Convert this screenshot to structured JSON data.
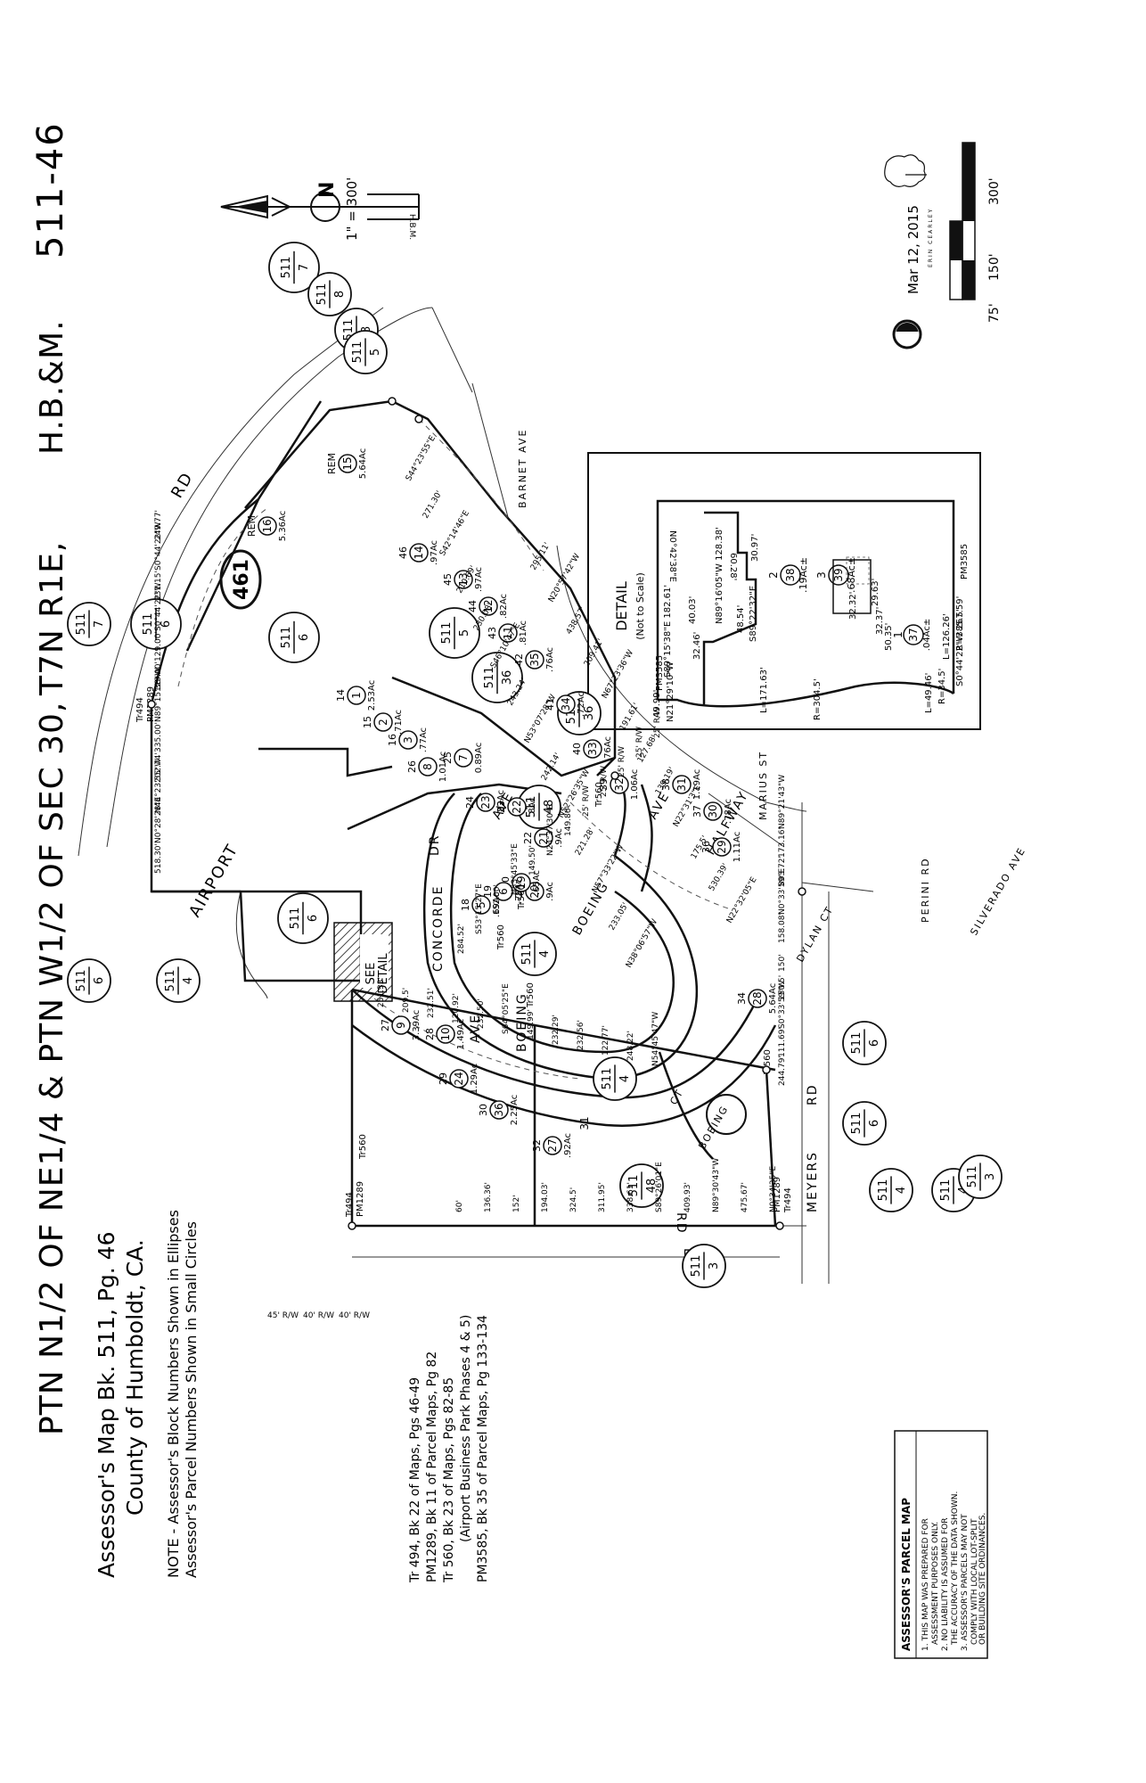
{
  "header": {
    "main_title": "PTN N1/2 OF NE1/4 & PTN W1/2 OF SEC 30,",
    "township": "T7N R1E,",
    "meridian": "H.B.&M.",
    "map_number": "511-46"
  },
  "subheader": {
    "line1": "Assessor's Map Bk. 511, Pg. 46",
    "line2": "County of Humboldt, CA."
  },
  "notes": {
    "line1": "NOTE - Assessor's Block Numbers Shown in Ellipses",
    "line2": "Assessor's Parcel Numbers Shown in Small Circles"
  },
  "references": [
    "Tr 494, Bk 22 of Maps, Pgs 46-49",
    "PM1289, Bk 11 of Parcel Maps, Pg 82",
    "Tr 560, Bk 23 of Maps, Pgs 82-85",
    "(Airport Business Park Phases 4 & 5)",
    "PM3585, Bk 35 of Parcel Maps, Pg 133-134"
  ],
  "disclaimer": {
    "title": "ASSESSOR'S PARCEL MAP",
    "items": [
      "1. THIS MAP WAS PREPARED FOR",
      "ASSESSMENT PURPOSES ONLY.",
      "2. NO LIABILITY IS ASSUMED FOR",
      "THE ACCURACY OF THE DATA SHOWN.",
      "3. ASSESSOR'S PARCELS MAY NOT",
      "COMPLY WITH LOCAL LOT-SPLIT",
      "OR BUILDING SITE ORDINANCES."
    ]
  },
  "scale": {
    "label": "1\" = 300'",
    "bar_labels": [
      "75'",
      "150'",
      "300'"
    ],
    "date": "Mar 12, 2015",
    "author": "ERIN CEARLEY"
  },
  "north_arrow": {
    "letter": "N",
    "tag": "H.B.M."
  },
  "streets": {
    "airport_rd": "AIRPORT",
    "airport_rd2": "RD",
    "concorde_dr": "CONCORDE",
    "concorde_dr2": "DR",
    "boeing_ave": "BOEING",
    "boeing_ave2": "AVE",
    "boeing_ave_s": "BOEING",
    "boeing_ave_s2": "AVE",
    "boeing_ct": "BOEING",
    "boeing_ct2": "CT",
    "lily_rd": "LILY",
    "lily_rd2": "RD",
    "meyers_rd": "MEYERS",
    "meyers_rd2": "RD",
    "halfway_ave": "HALFWAY",
    "halfway_ave2": "AVE",
    "barnet_ave": "BARNET AVE",
    "marius_st": "MARIUS ST",
    "perini_rd": "PERINI RD",
    "silverado_ave": "SILVERADO AVE",
    "dylan_ct": "DYLAN CT"
  },
  "block_number": "461",
  "book_refs": [
    {
      "top": "511",
      "bottom": "7"
    },
    {
      "top": "511",
      "bottom": "8"
    },
    {
      "top": "511",
      "bottom": "7"
    },
    {
      "top": "511",
      "bottom": "6"
    },
    {
      "top": "511",
      "bottom": "8"
    },
    {
      "top": "511",
      "bottom": "5"
    },
    {
      "top": "511",
      "bottom": "6"
    },
    {
      "top": "511",
      "bottom": "6"
    },
    {
      "top": "511",
      "bottom": "5"
    },
    {
      "top": "511",
      "bottom": "36"
    },
    {
      "top": "511",
      "bottom": "36"
    },
    {
      "top": "511",
      "bottom": "48"
    },
    {
      "top": "511",
      "bottom": "6"
    },
    {
      "top": "511",
      "bottom": "4"
    },
    {
      "top": "511",
      "bottom": "4"
    },
    {
      "top": "511",
      "bottom": "4"
    },
    {
      "top": "511",
      "bottom": "48"
    },
    {
      "top": "511",
      "bottom": "3"
    },
    {
      "top": "511",
      "bottom": "6"
    },
    {
      "top": "511",
      "bottom": "6"
    },
    {
      "top": "511",
      "bottom": "4"
    },
    {
      "top": "511",
      "bottom": "4"
    },
    {
      "top": "511",
      "bottom": "3"
    }
  ],
  "parcels": [
    {
      "lot": "REM",
      "apn": "15",
      "area": "5.64Ac"
    },
    {
      "lot": "REM",
      "apn": "16",
      "area": "5.36Ac"
    },
    {
      "lot": "46",
      "apn": "14",
      "area": ".97Ac"
    },
    {
      "lot": "45",
      "apn": "13",
      "area": ".97Ac"
    },
    {
      "lot": "44",
      "apn": "12",
      "area": ".82Ac"
    },
    {
      "lot": "43",
      "apn": "11",
      "area": ".81Ac"
    },
    {
      "lot": "42",
      "apn": "35",
      "area": ".76Ac"
    },
    {
      "lot": "41",
      "apn": "34",
      "area": ".72Ac"
    },
    {
      "lot": "40",
      "apn": "33",
      "area": ".76Ac"
    },
    {
      "lot": "39",
      "apn": "32",
      "area": "1.06Ac"
    },
    {
      "lot": "38",
      "apn": "31",
      "area": "1.19Ac"
    },
    {
      "lot": "37",
      "apn": "30",
      "area": ".78Ac"
    },
    {
      "lot": "36",
      "apn": "29",
      "area": "1.11Ac"
    },
    {
      "lot": "34",
      "apn": "28",
      "area": "5.64Ac"
    },
    {
      "lot": "14",
      "apn": "1",
      "area": "2.53Ac"
    },
    {
      "lot": "15",
      "apn": "2",
      "area": ".71Ac"
    },
    {
      "lot": "16",
      "apn": "3",
      "area": ".77Ac"
    },
    {
      "lot": "26",
      "apn": "8",
      "area": "1.01Ac"
    },
    {
      "lot": "25",
      "apn": "7",
      "area": "0.89Ac"
    },
    {
      "lot": "24",
      "apn": "23",
      "area": ".82Ac"
    },
    {
      "lot": "23",
      "apn": "22",
      "area": ".8Ac"
    },
    {
      "lot": "22",
      "apn": "21",
      "area": ".9Ac"
    },
    {
      "lot": "21",
      "apn": "20",
      "area": ".9Ac"
    },
    {
      "lot": "20",
      "apn": "19",
      "area": ".65Ac"
    },
    {
      "lot": "19",
      "apn": "6",
      "area": ".79Ac"
    },
    {
      "lot": "18",
      "apn": "5",
      "area": ".69Ac"
    },
    {
      "lot": "27",
      "apn": "9",
      "area": "3.39Ac"
    },
    {
      "lot": "28",
      "apn": "10",
      "area": "1.49Ac"
    },
    {
      "lot": "29",
      "apn": "24",
      "area": "1.29Ac"
    },
    {
      "lot": "30",
      "apn": "36",
      "area": "2.25Ac"
    },
    {
      "lot": "32",
      "apn": "27",
      "area": ".92Ac"
    }
  ],
  "lot_31": "31",
  "see_detail": {
    "line1": "SEE",
    "line2": "DETAIL"
  },
  "detail": {
    "title": "DETAIL",
    "subtitle": "(Not to Scale)",
    "parcels": [
      {
        "lot": "2",
        "apn": "38",
        "area": ".19Ac±"
      },
      {
        "lot": "3",
        "apn": "39",
        "area": ".68Ac±"
      },
      {
        "lot": "1",
        "apn": "37",
        "area": ".04Ac±"
      }
    ],
    "dims": [
      "S89°15'38\"E 182.61'",
      "N0°42'38\"E",
      "60.28'",
      "N89°16'05\"W 128.38'",
      "30.97'",
      "48.54'",
      "S89°22'32\"E",
      "40.03'",
      "32.46'",
      "S0°44'22\"W 267.59'",
      "PM3585",
      "PM3585",
      "L=171.63'",
      "R=304.5'",
      "N21°29'10\"W",
      "49.99'",
      "29.63'",
      "32.32'",
      "32.37'",
      "50.35'",
      "L=126.26'",
      "R=385.5'",
      "L=49.46'",
      "R=34.5'"
    ]
  },
  "dimensions": [
    "518.30'",
    "N0°28'28\"E",
    "N44°23'55\"W",
    "202.74'",
    "335.00'",
    "N89°15'38\"W",
    "129.00'",
    "129.00'",
    "S0°44'22\"W",
    "231.15'",
    "S0°44'22\"W",
    "249.77'",
    "S44°23'55\"E",
    "271.30'",
    "S42°14'46\"E",
    "210.69'",
    "230.08'",
    "S46°10'47\"E",
    "243.24'",
    "N53°07'28\"W",
    "242.14'",
    "N52°26'35\"W",
    "221.28'",
    "N57°33'22\"W",
    "233.05'",
    "N38°06'57\"W",
    "295.11'",
    "N20°57'42\"W",
    "438.57'",
    "209.41'",
    "N67°23'36\"W",
    "191.61'",
    "127.68'",
    "139.19'",
    "N22°31'3\"E",
    "175.5'",
    "530.39'",
    "N22°32'05\"E",
    "N89°21'43\"W",
    "173.16'",
    "803.72'",
    "N0°33'59\"E",
    "158.08'",
    "150'",
    "150.5'",
    "S0°33'59\"W",
    "111.69'",
    "244.79'",
    "N0°34'25\"E",
    "475.67'",
    "N89°30'43\"W",
    "409.93'",
    "S89°26'01\"E",
    "338.61'",
    "311.95'",
    "324.5'",
    "194.03'",
    "152'",
    "136.36'",
    "60'",
    "251.33'",
    "209.5'",
    "232.51'",
    "120.92'",
    "232.50'",
    "S64°05'25\"E",
    "149.99'",
    "232.29'",
    "232.56'",
    "122.77'",
    "248.22'",
    "N54°45'47\"W",
    "284.52'",
    "S53°15'27\"E",
    "152.00'",
    "N53°45'33\"E",
    "149.50'",
    "N24°37'30\"E",
    "149.86'",
    "25' R/W",
    "25' R/W",
    "25' R/W",
    "25' R/W",
    "25' R/W",
    "45' R/W",
    "40' R/W",
    "40' R/W"
  ],
  "tract_labels": [
    {
      "l1": "Tr494",
      "l2": "PM1289"
    },
    {
      "l1": "Tr494",
      "l2": "PM1289"
    },
    {
      "l1": "PM1289",
      "l2": "Tr494"
    },
    {
      "l1": "Tr560",
      "l2": ""
    },
    {
      "l1": "Tr560",
      "l2": ""
    },
    {
      "l1": "Tr560",
      "l2": ""
    },
    {
      "l1": "Tr560",
      "l2": ""
    },
    {
      "l1": "Tr560",
      "l2": ""
    },
    {
      "l1": "Tr560",
      "l2": ""
    }
  ]
}
